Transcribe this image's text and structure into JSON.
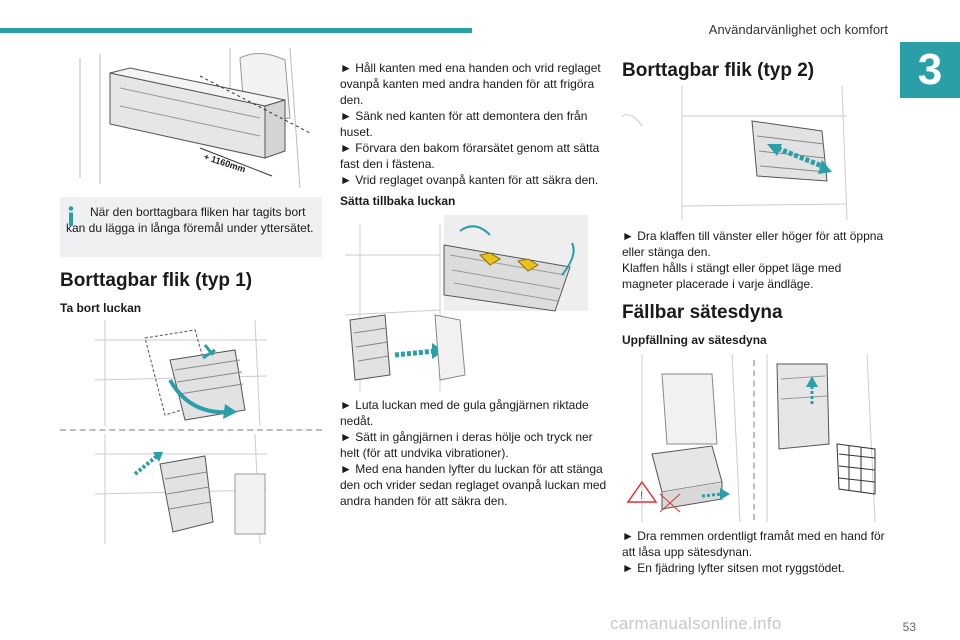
{
  "header": {
    "section_title": "Användarvänlighet och komfort",
    "chapter_number": "3",
    "page_number": "53"
  },
  "watermark": "carmanualsonline.info",
  "col1": {
    "fig_measure_label": "+ 1160mm",
    "info_text": "När den borttagbara fliken har tagits bort kan du lägga in långa föremål under yttersätet.",
    "heading": "Borttagbar flik (typ 1)",
    "subheading": "Ta bort luckan"
  },
  "col2": {
    "steps_top": "► Håll kanten med ena handen och vrid reglaget ovanpå kanten med andra handen för att frigöra den.\n► Sänk ned kanten för att demontera den från huset.\n► Förvara den bakom förarsätet genom att sätta fast den i fästena.\n► Vrid reglaget ovanpå kanten för att säkra den.",
    "subheading": "Sätta tillbaka luckan",
    "steps_bottom": "► Luta luckan med de gula gångjärnen riktade nedåt.\n► Sätt in gångjärnen i deras hölje och tryck ner helt (för att undvika vibrationer).\n► Med ena handen lyfter du luckan för att stänga den och vrider sedan reglaget ovanpå luckan med andra handen för att säkra den."
  },
  "col3": {
    "heading1": "Borttagbar flik (typ 2)",
    "text1": "► Dra klaffen till vänster eller höger för att öppna eller stänga den.\nKlaffen hålls i stängt eller öppet läge med magneter placerade i varje ändläge.",
    "heading2": "Fällbar sätesdyna",
    "subheading": "Uppfällning av sätesdyna",
    "text2": "► Dra remmen ordentligt framåt med en hand för att låsa upp sätesdynan.\n► En fjädring lyfter sitsen mot ryggstödet."
  },
  "colors": {
    "accent": "#2a9fa8",
    "info_bg": "#eef0f2",
    "yellow_hinge": "#e8c21a",
    "arrow_teal": "#2a9fa8",
    "warning_red": "#d33"
  }
}
